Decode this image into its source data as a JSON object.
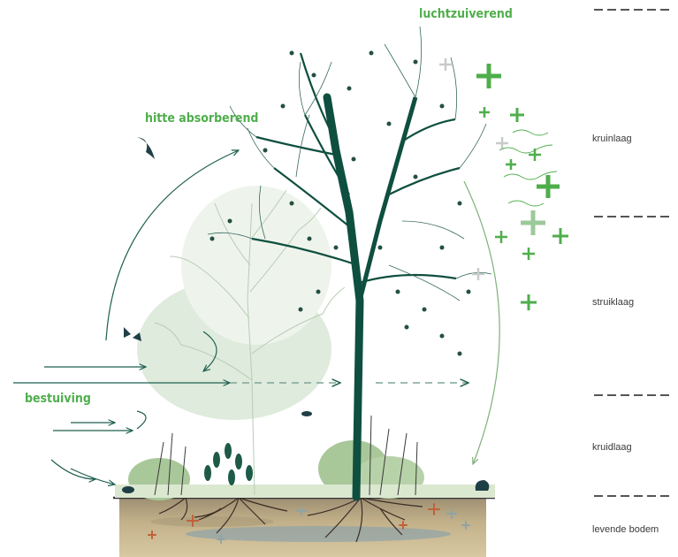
{
  "labels": {
    "air_purifying": "luchtzuiverend",
    "heat_absorbing": "hitte absorberend",
    "pollination": "bestuiving"
  },
  "layers": [
    {
      "name": "kruinlaag"
    },
    {
      "name": "struiklaag"
    },
    {
      "name": "kruidlaag"
    },
    {
      "name": "levende bodem"
    }
  ],
  "colors": {
    "tree": "#0f4f3f",
    "green_accent": "#4fae4b",
    "light_green": "#a9c89a",
    "pale_green": "#d9e6cf",
    "soil": "#b9a57e",
    "ground_line": "#333333"
  }
}
